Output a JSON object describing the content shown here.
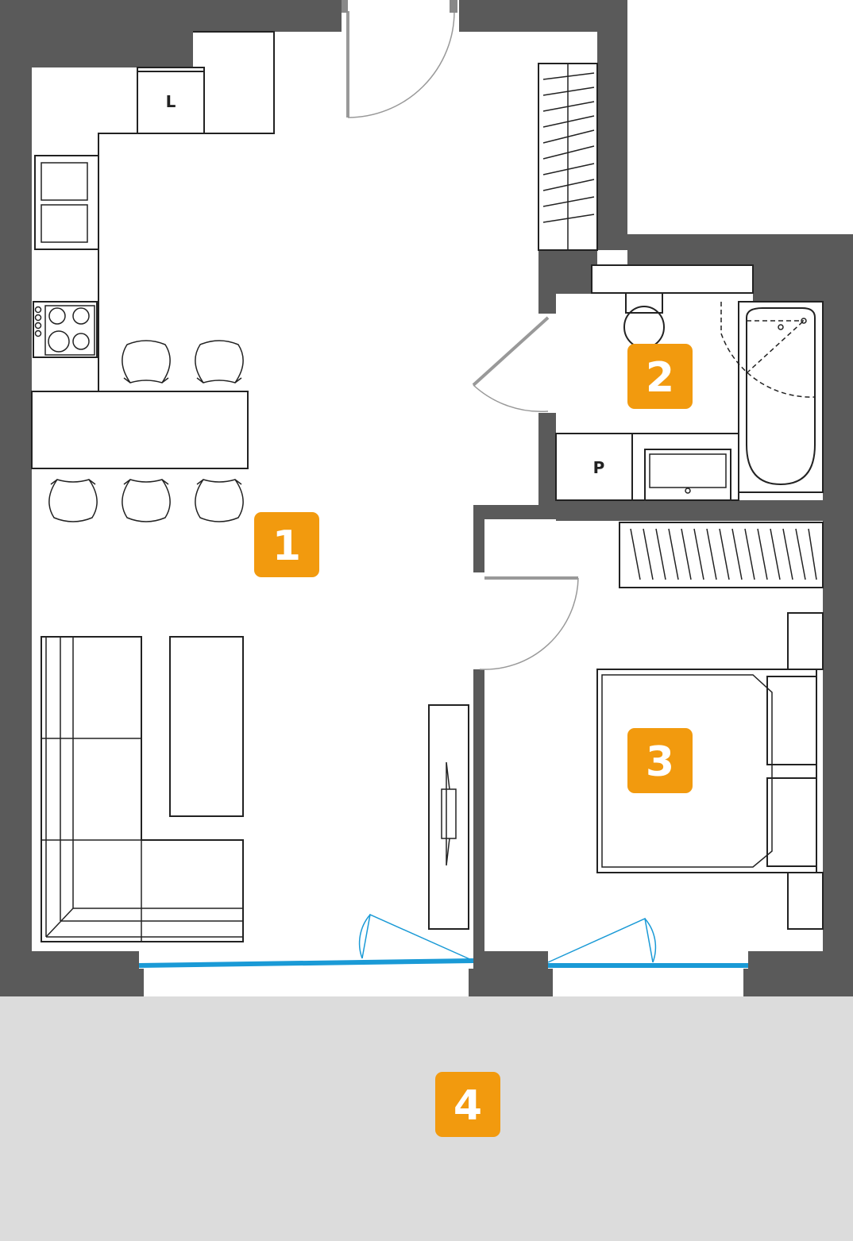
{
  "colors": {
    "wall": "#5a5a5a",
    "badge": "#f29a0e",
    "balcony": "#dcdcdc",
    "window": "#1a9ad6",
    "door": "#999999",
    "furniture_stroke": "#222222"
  },
  "rooms": [
    {
      "number": "1"
    },
    {
      "number": "2"
    },
    {
      "number": "3"
    },
    {
      "number": "4"
    }
  ],
  "appliance_labels": {
    "fridge": "L",
    "washer": "P"
  }
}
